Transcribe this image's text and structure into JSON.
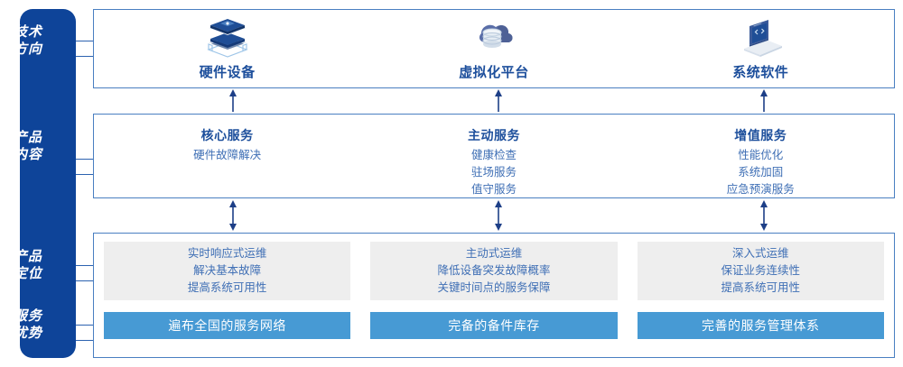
{
  "colors": {
    "sidebar_blue": "#0e4499",
    "box_border_blue": "#4a7fc1",
    "title_blue": "#1d4f9c",
    "text_blue": "#3f6fb5",
    "bar_blue": "#479ad4",
    "card_grey": "#eeeeee"
  },
  "sidebar": {
    "labels": [
      {
        "line1": "技术",
        "line2": "方向"
      },
      {
        "line1": "产品",
        "line2": "内容"
      },
      {
        "line1": "产品",
        "line2": "定位"
      },
      {
        "line1": "服务",
        "line2": "优势"
      }
    ]
  },
  "technology": {
    "items": [
      {
        "icon": "server-stack-icon",
        "label": "硬件设备"
      },
      {
        "icon": "cloud-database-icon",
        "label": "虚拟化平台"
      },
      {
        "icon": "laptop-code-icon",
        "label": "系统软件"
      }
    ]
  },
  "product_content": {
    "items": [
      {
        "title": "核心服务",
        "lines": [
          "硬件故障解决"
        ]
      },
      {
        "title": "主动服务",
        "lines": [
          "健康检查",
          "驻场服务",
          "值守服务"
        ]
      },
      {
        "title": "增值服务",
        "lines": [
          "性能优化",
          "系统加固",
          "应急预演服务"
        ]
      }
    ]
  },
  "positioning": {
    "cards": [
      {
        "lines": [
          "实时响应式运维",
          "解决基本故障",
          "提高系统可用性"
        ]
      },
      {
        "lines": [
          "主动式运维",
          "降低设备突发故障概率",
          "关键时间点的服务保障"
        ]
      },
      {
        "lines": [
          "深入式运维",
          "保证业务连续性",
          "提高系统可用性"
        ]
      }
    ]
  },
  "advantages": {
    "bars": [
      {
        "label": "遍布全国的服务网络"
      },
      {
        "label": "完备的备件库存"
      },
      {
        "label": "完善的服务管理体系"
      }
    ]
  }
}
